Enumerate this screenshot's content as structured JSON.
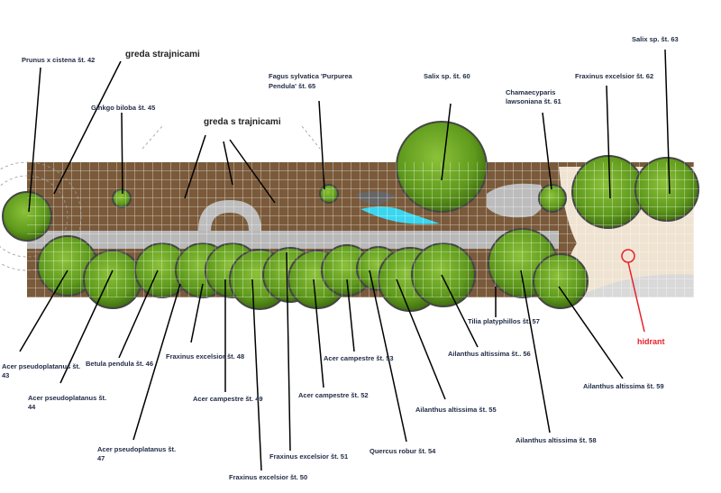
{
  "colors": {
    "soil": "#7a5a3a",
    "path": "#b8b8b8",
    "lawn": "#efe3d2",
    "tree": "#6aa31e",
    "water": "#3ad6f0",
    "hydrant": "#e8202a"
  },
  "labels": {
    "t42": "Prunus x cistena št. 42",
    "bed1": "greda  strajnicami",
    "t45": "Ginkgo biloba št. 45",
    "bed2": "greda s trajnicami",
    "t65a": "Fagus sylvatica 'Purpurea",
    "t65b": "Pendula' št. 65",
    "t60": "Salix sp. št. 60",
    "t61a": "Chamaecyparis",
    "t61b": "lawsoniana št. 61",
    "t62": "Fraxinus excelsior št. 62",
    "t63": "Salix sp. št. 63",
    "t43a": "Acer pseudoplatanus št.",
    "t43b": "43",
    "t44a": "Acer pseudoplatanus št.",
    "t44b": "44",
    "t46": "Betula pendula št. 46",
    "t47a": "Acer pseudoplatanus št.",
    "t47b": "47",
    "t48": "Fraxinus excelsior št. 48",
    "t49": "Acer campestre št. 49",
    "t50": "Fraxinus excelsior št. 50",
    "t51": "Fraxinus excelsior št. 51",
    "t52": "Acer campestre št. 52",
    "t53": "Acer campestre št. 53",
    "t54": "Quercus robur št. 54",
    "t55": "Ailanthus altissima št. 55",
    "t56": "Ailanthus altissima št.. 56",
    "t57": "Tilia platyphillos št. 57",
    "t58": "Ailanthus altissima št. 58",
    "t59": "Ailanthus altissima št. 59",
    "hydrant": "hidrant"
  }
}
